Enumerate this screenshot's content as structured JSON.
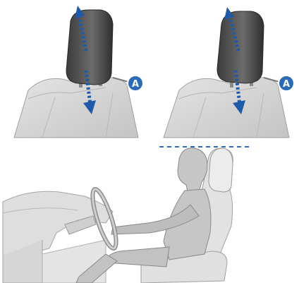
{
  "callouts": {
    "left": "A",
    "right": "A"
  },
  "colors": {
    "seat_fill": "#d4d4d4",
    "seat_stroke": "#9a9a9a",
    "headrest_dark": "#4a4a4a",
    "headrest_mid": "#6e6e6e",
    "arrow_blue": "#1f5aa8",
    "callout_fill": "#2c6bb6",
    "guide_dash": "#2c6bb6",
    "body_fill": "#c8c8c8",
    "body_stroke": "#8a8a8a",
    "car_fill": "#dcdcdc"
  },
  "icons": {
    "left_panel": "headrest-adjust-illustration",
    "right_panel": "headrest-adjust-illustration",
    "bottom_panel": "driver-posture-illustration"
  }
}
